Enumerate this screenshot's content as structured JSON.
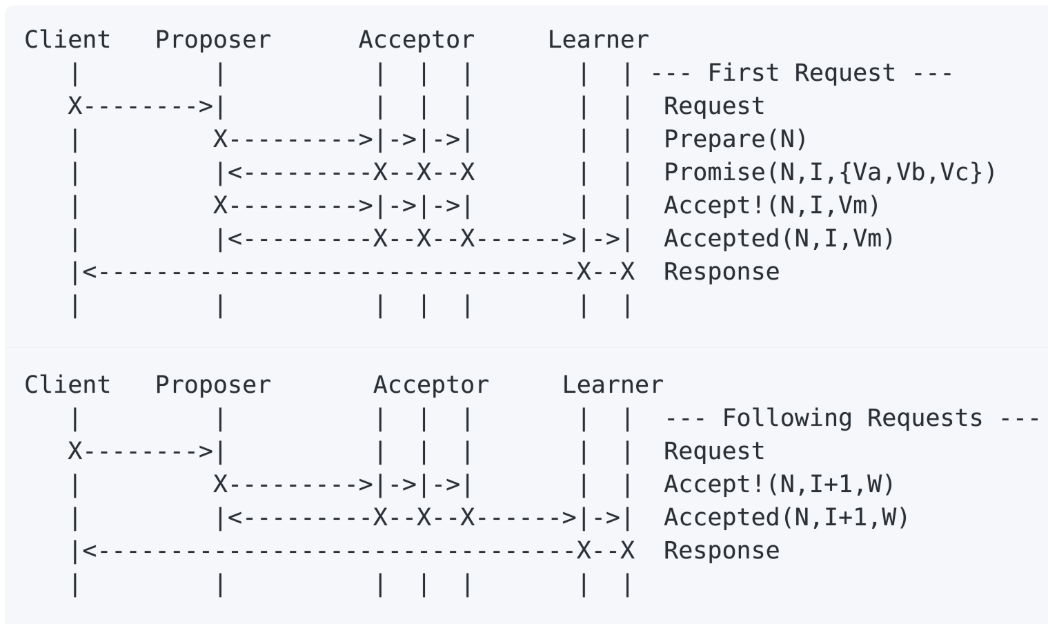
{
  "page": {
    "background_color": "#f5f7fa",
    "text_color": "#2b3036",
    "description": "Paxos protocol ASCII sequence diagrams"
  },
  "blocks": [
    {
      "name": "first-request",
      "section_label": "--- First Request ---",
      "actors": [
        "Client",
        "Proposer",
        "Acceptor",
        "Learner"
      ],
      "messages": [
        "Request",
        "Prepare(N)",
        "Promise(N,I,{Va,Vb,Vc})",
        "Accept!(N,I,Vm)",
        "Accepted(N,I,Vm)",
        "Response"
      ],
      "ascii_lines": [
        "Client   Proposer      Acceptor     Learner",
        "   |         |          |  |  |       |  | --- First Request ---",
        "   X-------->|          |  |  |       |  |  Request",
        "   |         X--------->|->|->|       |  |  Prepare(N)",
        "   |         |<---------X--X--X       |  |  Promise(N,I,{Va,Vb,Vc})",
        "   |         X--------->|->|->|       |  |  Accept!(N,I,Vm)",
        "   |         |<---------X--X--X------>|->|  Accepted(N,I,Vm)",
        "   |<---------------------------------X--X  Response",
        "   |         |          |  |  |       |  |"
      ]
    },
    {
      "name": "following-requests",
      "section_label": "--- Following Requests ---",
      "actors": [
        "Client",
        "Proposer",
        "Acceptor",
        "Learner"
      ],
      "messages": [
        "Request",
        "Accept!(N,I+1,W)",
        "Accepted(N,I+1,W)",
        "Response"
      ],
      "ascii_lines": [
        "Client   Proposer       Acceptor     Learner",
        "   |         |          |  |  |       |  |  --- Following Requests ---",
        "   X-------->|          |  |  |       |  |  Request",
        "   |         X--------->|->|->|       |  |  Accept!(N,I+1,W)",
        "   |         |<---------X--X--X------>|->|  Accepted(N,I+1,W)",
        "   |<---------------------------------X--X  Response",
        "   |         |          |  |  |       |  |"
      ]
    }
  ]
}
